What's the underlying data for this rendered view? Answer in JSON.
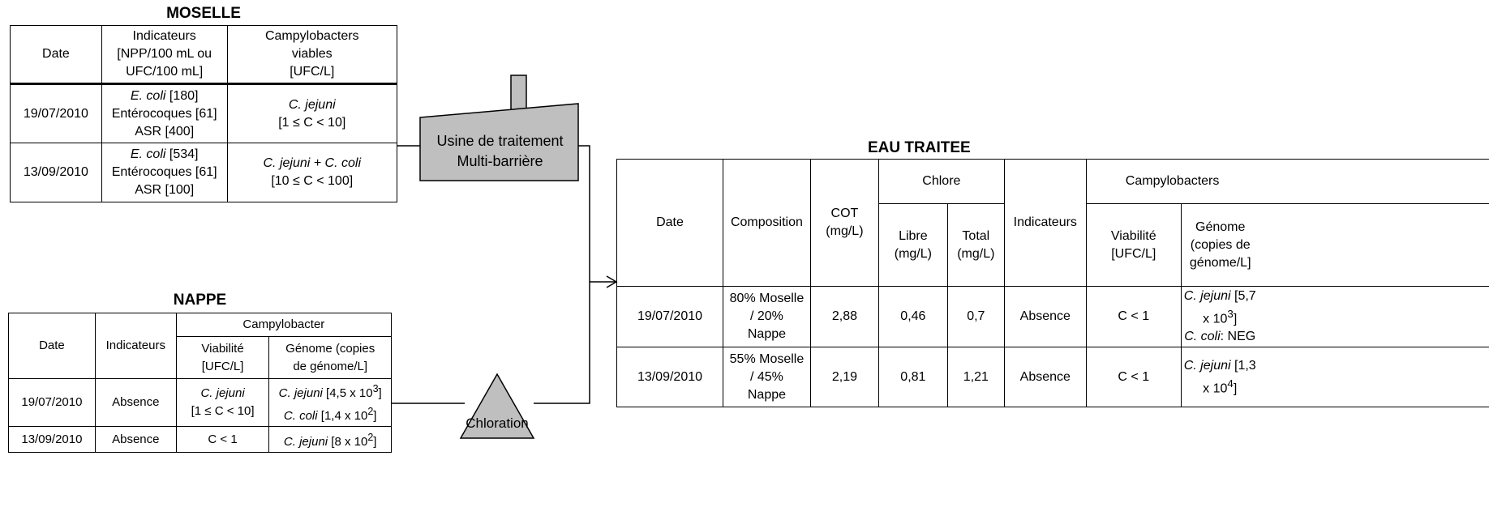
{
  "moselle": {
    "title": "MOSELLE",
    "headers": {
      "date": "Date",
      "indicateurs": "Indicateurs [NPP/100 mL ou UFC/100 mL]",
      "campy_l1": "Campylobacters",
      "campy_l2": "viables",
      "campy_l3": "[UFC/L]"
    },
    "rows": [
      {
        "date": "19/07/2010",
        "ecoli_name": "E. coli",
        "ecoli_val": " [180]",
        "entero": "Entérocoques [61]",
        "asr": "ASR [400]",
        "campy_species": "C. jejuni",
        "campy_range": "[1 ≤ C < 10]"
      },
      {
        "date": "13/09/2010",
        "ecoli_name": "E. coli",
        "ecoli_val": " [534]",
        "entero": "Entérocoques [61]",
        "asr": "ASR [100]",
        "campy_species": "C. jejuni + C. coli",
        "campy_range": "[10 ≤ C < 100]"
      }
    ]
  },
  "nappe": {
    "title": "NAPPE",
    "headers": {
      "date": "Date",
      "indicateurs": "Indicateurs",
      "campylobacter": "Campylobacter",
      "viab_l1": "Viabilité",
      "viab_l2": "[UFC/L]",
      "genome_l1": "Génome (copies",
      "genome_l2": "de génome/L]"
    },
    "rows": [
      {
        "date": "19/07/2010",
        "indicateurs": "Absence",
        "viab_species": "C. jejuni",
        "viab_range": "[1 ≤ C < 10]",
        "g1_species": "C. jejuni",
        "g1_val": " [4,5 x 10",
        "g1_exp": "3",
        "g1_end": "]",
        "g2_species": "C. coli",
        "g2_val": " [1,4 x 10",
        "g2_exp": "2",
        "g2_end": "]"
      },
      {
        "date": "13/09/2010",
        "indicateurs": "Absence",
        "viab": "C < 1",
        "g1_species": "C. jejuni",
        "g1_val": " [8 x 10",
        "g1_exp": "2",
        "g1_end": "]"
      }
    ]
  },
  "usine": {
    "line1": "Usine de traitement",
    "line2": "Multi-barrière"
  },
  "chloration": {
    "label": "Chloration"
  },
  "eau_traitee": {
    "title": "EAU TRAITEE",
    "headers": {
      "date": "Date",
      "composition": "Composition",
      "cot_l1": "COT",
      "cot_l2": "(mg/L)",
      "chlore": "Chlore",
      "libre_l1": "Libre",
      "libre_l2": "(mg/L)",
      "total_l1": "Total",
      "total_l2": "(mg/L)",
      "indicateurs": "Indicateurs",
      "campylobacters": "Campylobacters",
      "viab_l1": "Viabilité",
      "viab_l2": "[UFC/L]",
      "genome_l1": "Génome",
      "genome_l2": "(copies de",
      "genome_l3": "génome/L]"
    },
    "rows": [
      {
        "date": "19/07/2010",
        "comp_l1": "80% Moselle",
        "comp_l2": "/ 20%",
        "comp_l3": "Nappe",
        "cot": "2,88",
        "libre": "0,46",
        "total": "0,7",
        "indicateurs": "Absence",
        "viab": "C < 1",
        "g_species": "C. jejuni",
        "g_val": " [5,7",
        "g_l2": "x 10",
        "g_exp": "3",
        "g_l2_end": "]",
        "g_species2": "C. coli",
        "g_val2": ": NEG"
      },
      {
        "date": "13/09/2010",
        "comp_l1": "55% Moselle",
        "comp_l2": "/ 45%",
        "comp_l3": "Nappe",
        "cot": "2,19",
        "libre": "0,81",
        "total": "1,21",
        "indicateurs": "Absence",
        "viab": "C < 1",
        "g_species": "C. jejuni",
        "g_val": " [1,3",
        "g_l2": "x 10",
        "g_exp": "4",
        "g_l2_end": "]"
      }
    ]
  }
}
